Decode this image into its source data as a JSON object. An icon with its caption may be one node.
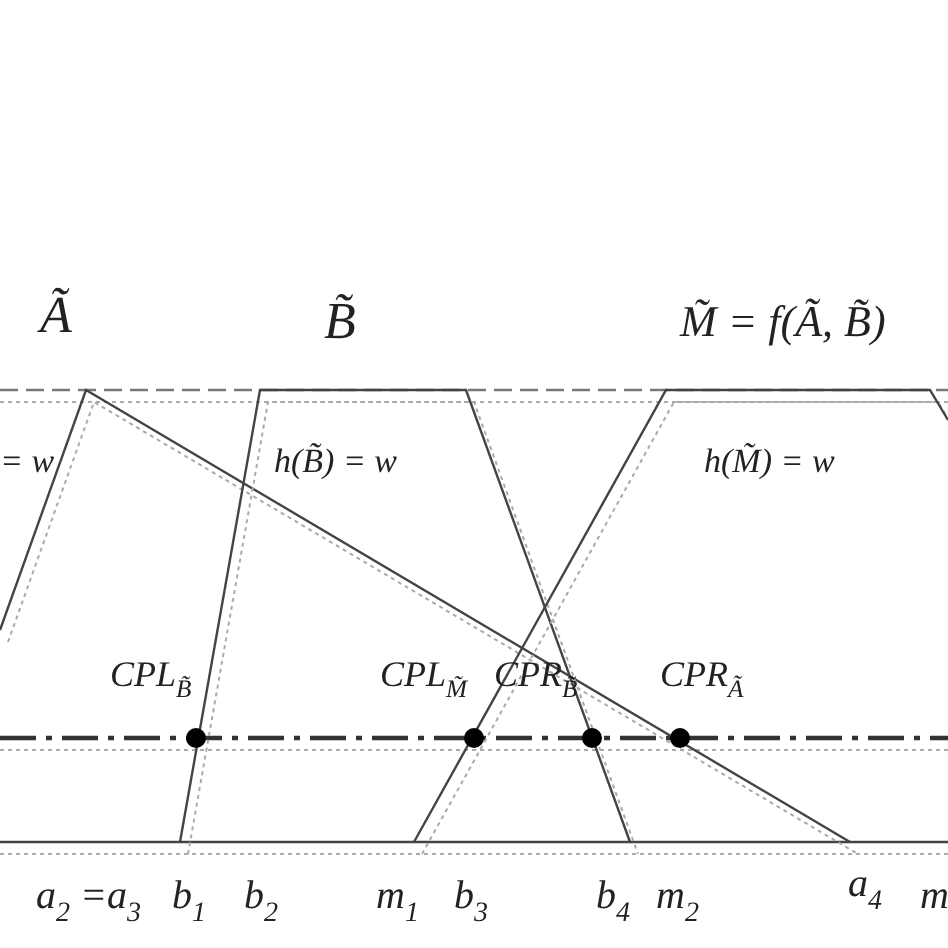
{
  "diagram": {
    "labels": [
      "Ã",
      "B̃",
      "M̃ = f(Ã, B̃)",
      "= w",
      "h(B̃) = w",
      "h(M̃) = w",
      "CPL$_{B̃}$",
      "CPL$_{M̃}$",
      "CPR$_{B̃}$",
      "CPR$_{Ã}$",
      "a$_{2}$ =a$_{3}$",
      "b$_{1}$",
      "b$_{2}$",
      "m$_{1}$",
      "b$_{3}$",
      "b$_{4}$",
      "m$_{2}$",
      "a$_{4}$",
      "m"
    ]
  }
}
